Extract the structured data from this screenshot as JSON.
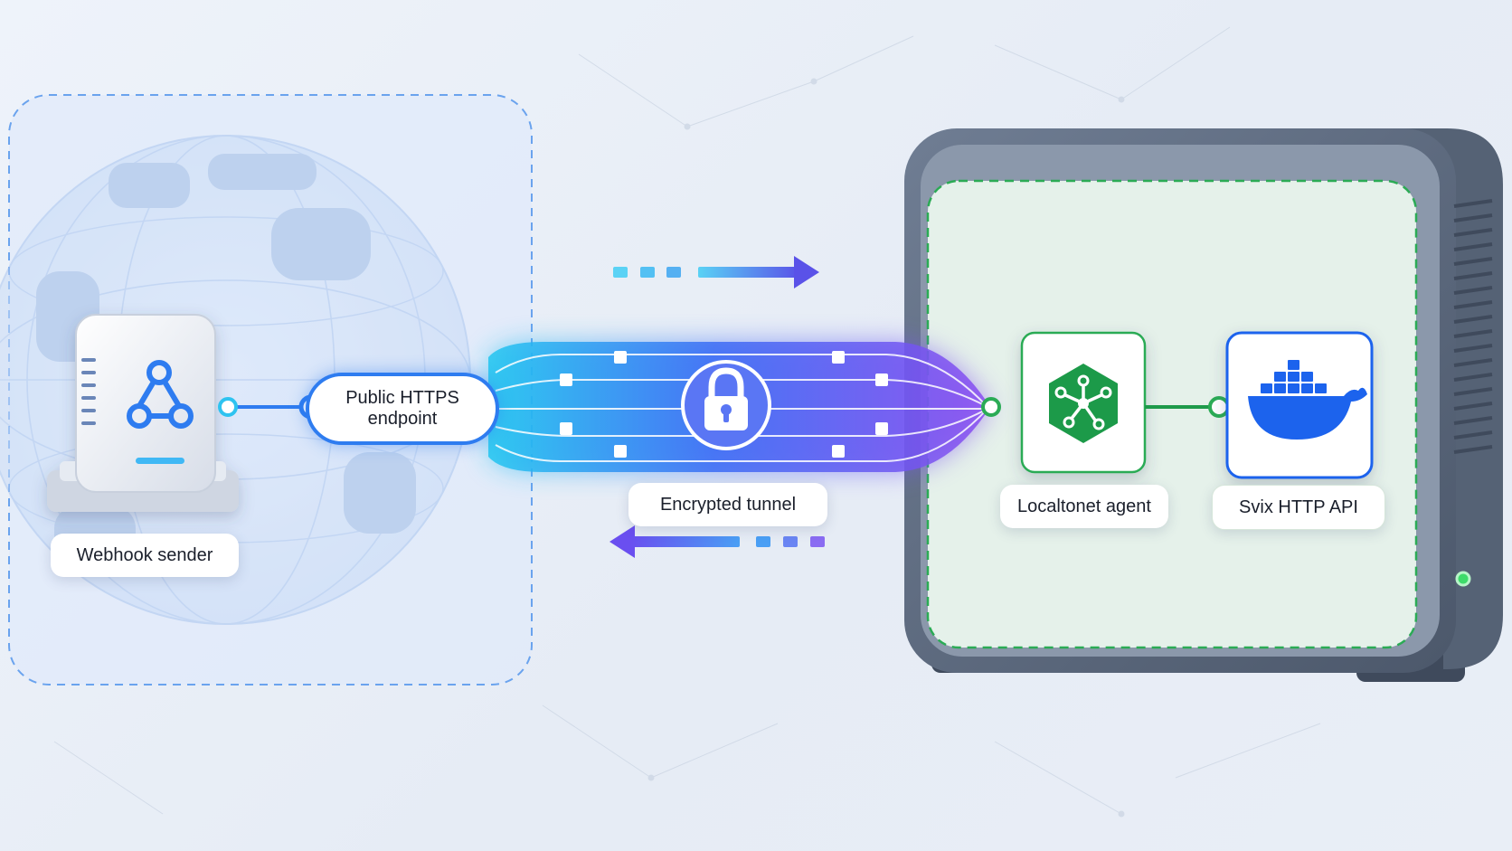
{
  "nodes": {
    "sender": {
      "label": "Webhook sender",
      "icon": "webhook-icon"
    },
    "endpoint": {
      "line1": "Public HTTPS",
      "line2": "endpoint"
    },
    "tunnel": {
      "label": "Encrypted tunnel",
      "icon": "lock-icon"
    },
    "agent": {
      "label": "Localtonet agent",
      "icon": "network-hub-icon"
    },
    "svix": {
      "label": "Svix HTTP API",
      "icon": "docker-whale-icon"
    }
  },
  "colors": {
    "primary_blue": "#2e7cf0",
    "tunnel_cyan": "#22c6f0",
    "tunnel_violet": "#8a4cf0",
    "agent_green": "#1e9a4a",
    "docker_blue": "#1d63ed"
  }
}
